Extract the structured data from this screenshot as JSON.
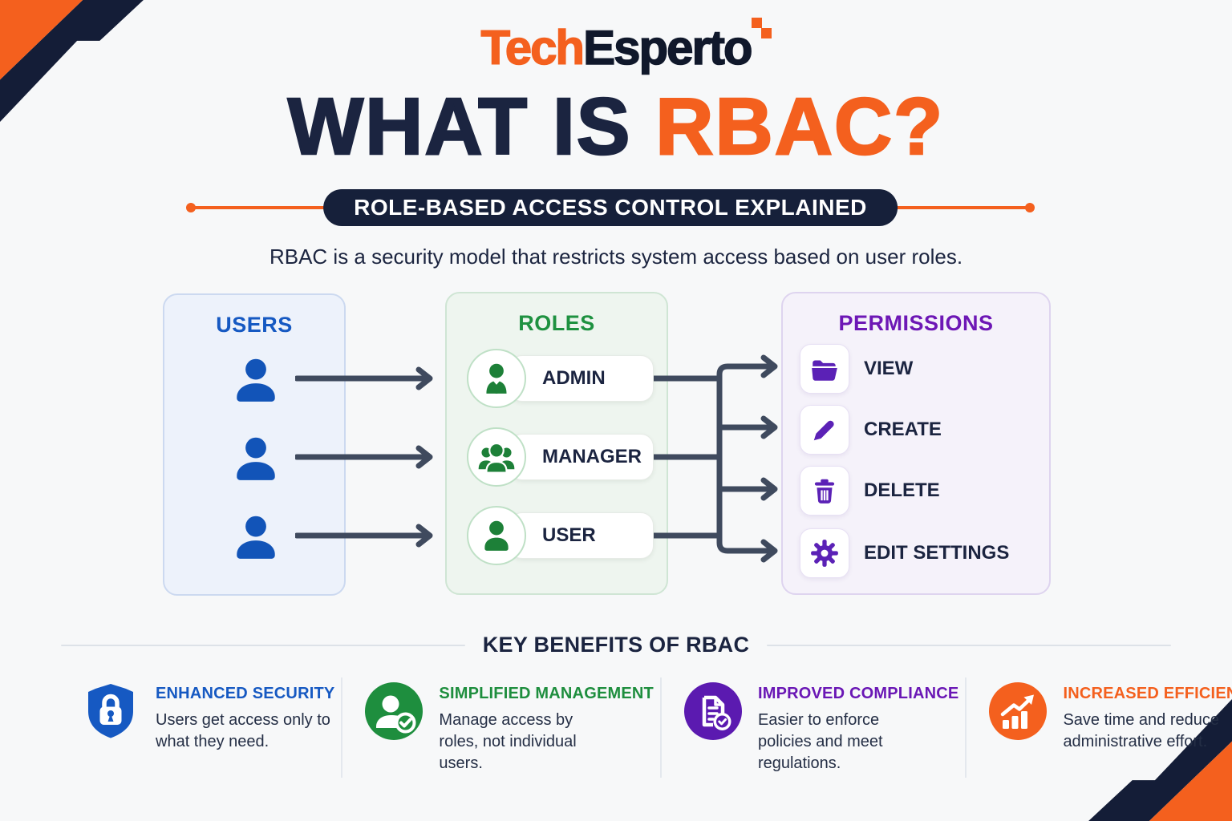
{
  "brand": {
    "name_accent": "Tech",
    "name_dark": "Esperto"
  },
  "header": {
    "title_dark": "WHAT IS ",
    "title_accent": "RBAC?",
    "badge": "ROLE-BASED ACCESS CONTROL EXPLAINED",
    "subtitle": "RBAC is a security model that restricts system access based on user roles."
  },
  "diagram": {
    "users": {
      "title": "USERS",
      "count": 3
    },
    "roles": {
      "title": "ROLES",
      "items": [
        {
          "label": "ADMIN",
          "icon": "admin-tie-icon"
        },
        {
          "label": "MANAGER",
          "icon": "team-icon"
        },
        {
          "label": "USER",
          "icon": "person-icon"
        }
      ]
    },
    "permissions": {
      "title": "PERMISSIONS",
      "items": [
        {
          "label": "VIEW",
          "icon": "folder-icon"
        },
        {
          "label": "CREATE",
          "icon": "pencil-icon"
        },
        {
          "label": "DELETE",
          "icon": "trash-icon"
        },
        {
          "label": "EDIT SETTINGS",
          "icon": "gear-icon"
        }
      ]
    }
  },
  "benefits": {
    "heading": "KEY BENEFITS OF RBAC",
    "items": [
      {
        "title": "ENHANCED SECURITY",
        "description": "Users get access only to what they need.",
        "icon": "shield-lock-icon",
        "accent": "#1659c2"
      },
      {
        "title": "SIMPLIFIED MANAGEMENT",
        "description": "Manage access by roles, not individual users.",
        "icon": "user-check-icon",
        "accent": "#1e8e3e"
      },
      {
        "title": "IMPROVED COMPLIANCE",
        "description": "Easier to enforce policies and meet regulations.",
        "icon": "document-check-icon",
        "accent": "#6a17b5"
      },
      {
        "title": "INCREASED EFFICIENCY",
        "description": "Save time and reduce administrative effort.",
        "icon": "growth-chart-icon",
        "accent": "#f4601e"
      }
    ]
  },
  "colors": {
    "accent_orange": "#f4601e",
    "navy": "#16203a",
    "users_blue": "#1254b8",
    "roles_green": "#1d8038",
    "permissions_purple": "#5b21b6",
    "arrow_gray": "#3f4a5e",
    "background": "#f7f8f9"
  }
}
